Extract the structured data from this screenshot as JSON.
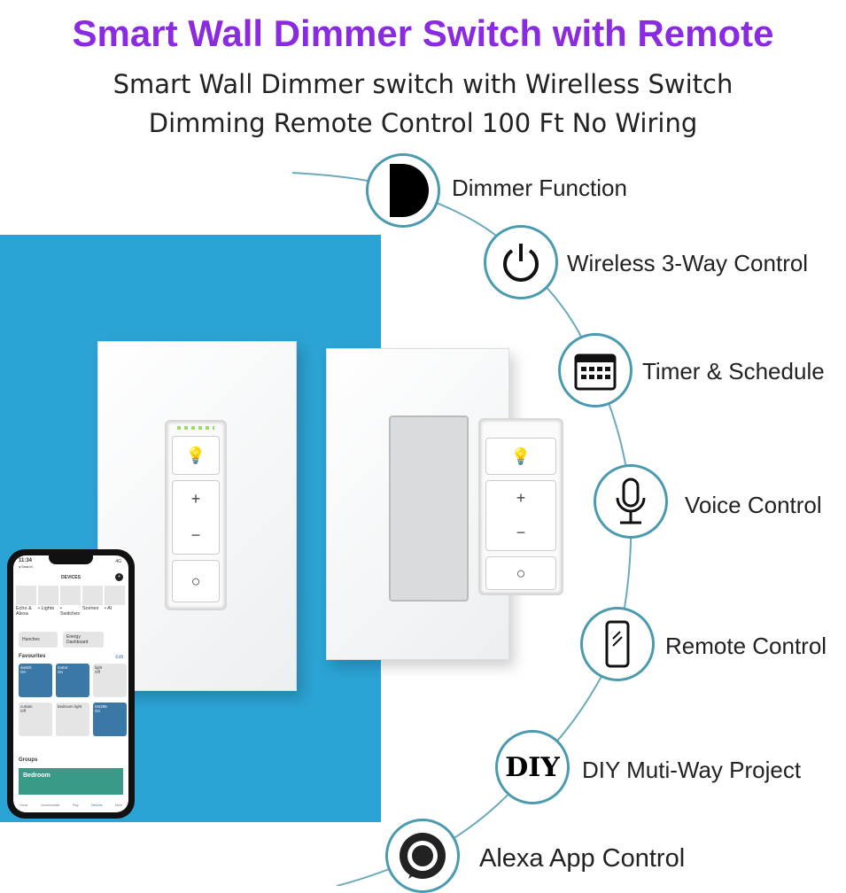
{
  "title": "Smart Wall Dimmer Switch with Remote",
  "subtitle_lines": [
    "Smart Wall Dimmer switch with Wirelless Switch",
    "Dimming Remote Control 100 Ft No Wiring"
  ],
  "features": [
    {
      "icon": "half-moon-icon",
      "label": "Dimmer Function"
    },
    {
      "icon": "power-icon",
      "label": "Wireless 3-Way Control"
    },
    {
      "icon": "calendar-icon",
      "label": "Timer & Schedule"
    },
    {
      "icon": "microphone-icon",
      "label": "Voice Control"
    },
    {
      "icon": "smartphone-icon",
      "label": "Remote Control"
    },
    {
      "icon": "diy-icon",
      "label": "DIY Muti-Way Project",
      "icon_text": "DIY"
    },
    {
      "icon": "alexa-icon",
      "label": "Alexa App Control"
    }
  ],
  "switch_buttons": {
    "plus": "+",
    "minus": "−"
  },
  "phone": {
    "time": "11:34",
    "back": "◂ Search",
    "network": "4G",
    "header": "DEVICES",
    "categories": [
      "Echo & Alexa",
      "• Lights",
      "• Switches",
      "Scenes",
      "• Al"
    ],
    "shortcuts": [
      "Hunches",
      "Energy Dashboard"
    ],
    "favourites_title": "Favourites",
    "edit": "Edit",
    "favourites": [
      {
        "name": "switch",
        "state": "On",
        "on": true
      },
      {
        "name": "motor",
        "state": "On",
        "on": true
      },
      {
        "name": "light",
        "state": "Off",
        "on": false
      },
      {
        "name": "curtain",
        "state": "Off",
        "on": false
      },
      {
        "name": "bedroom light",
        "state": "",
        "on": false
      },
      {
        "name": "HS285",
        "state": "On",
        "on": true
      }
    ],
    "groups_title": "Groups",
    "group": "Bedroom",
    "nav": [
      "Home",
      "Communicate",
      "Play",
      "Devices",
      "More"
    ]
  },
  "colors": {
    "title": "#8a2be2",
    "background_panel": "#2ba3d4",
    "circle_border": "#4a9ab0",
    "tile_on": "#3a78a8",
    "group": "#3a9a88"
  }
}
